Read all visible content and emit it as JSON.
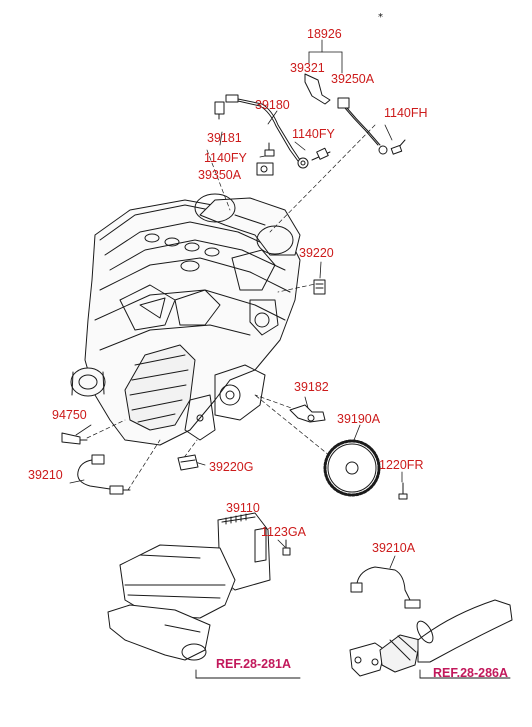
{
  "labels": {
    "p18926": "18926",
    "p39321": "39321",
    "p39250A": "39250A",
    "p39180": "39180",
    "p1140FH": "1140FH",
    "p39181": "39181",
    "p1140FY_a": "1140FY",
    "p1140FY_b": "1140FY",
    "p39350A": "39350A",
    "p39220": "39220",
    "p39182": "39182",
    "p94750": "94750",
    "p39190A": "39190A",
    "p39210": "39210",
    "p39220G": "39220G",
    "p1220FR": "1220FR",
    "p39110": "39110",
    "p1123GA": "1123GA",
    "p39210A": "39210A"
  },
  "refs": {
    "ref_air_cleaner": "REF.28-281A",
    "ref_exhaust": "REF.28-286A"
  },
  "colors": {
    "part_number": "#cc1b1b",
    "reference": "#c2185b",
    "line_art": "#1a1a1a"
  }
}
